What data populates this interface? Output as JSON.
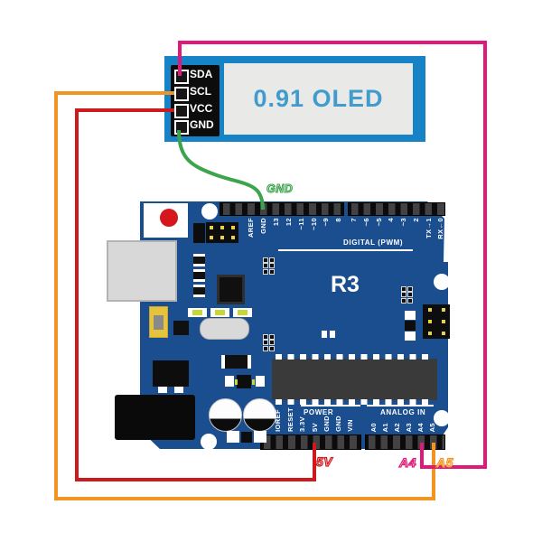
{
  "oled": {
    "label": "0.91 OLED",
    "pins": [
      "SDA",
      "SCL",
      "VCC",
      "GND"
    ],
    "board_color": "#1583c5",
    "screen_color": "#e9e9e8",
    "title_color": "#3f9ccc"
  },
  "arduino": {
    "model": "R3",
    "board_color": "#1b4e8f",
    "digital_label": "DIGITAL (PWM)",
    "digital_pins": [
      "AREF",
      "GND",
      "13",
      "12",
      "~11",
      "~10",
      "~9",
      "8",
      "7",
      "~6",
      "~5",
      "4",
      "~3",
      "2",
      "TX→1",
      "RX←0"
    ],
    "power_label": "POWER",
    "power_pins": [
      "IOREF",
      "RESET",
      "3.3V",
      "5V",
      "GND",
      "GND",
      "VIN"
    ],
    "analog_label": "ANALOG IN",
    "analog_pins": [
      "A0",
      "A1",
      "A2",
      "A3",
      "A4",
      "A5"
    ]
  },
  "wires": [
    {
      "name": "scl-to-a5",
      "color": "#f29422",
      "from": "SCL",
      "to": "A5"
    },
    {
      "name": "vcc-to-5v",
      "color": "#cc1a1f",
      "from": "VCC",
      "to": "5V"
    },
    {
      "name": "gnd-to-gnd",
      "color": "#3ca44c",
      "from": "GND",
      "to": "GND"
    },
    {
      "name": "sda-to-a4",
      "color": "#e0187a",
      "from": "SDA",
      "to": "A4"
    }
  ],
  "wire_labels": {
    "gnd": "GND",
    "five_v": "5V",
    "a4": "A4",
    "a5": "A5"
  }
}
